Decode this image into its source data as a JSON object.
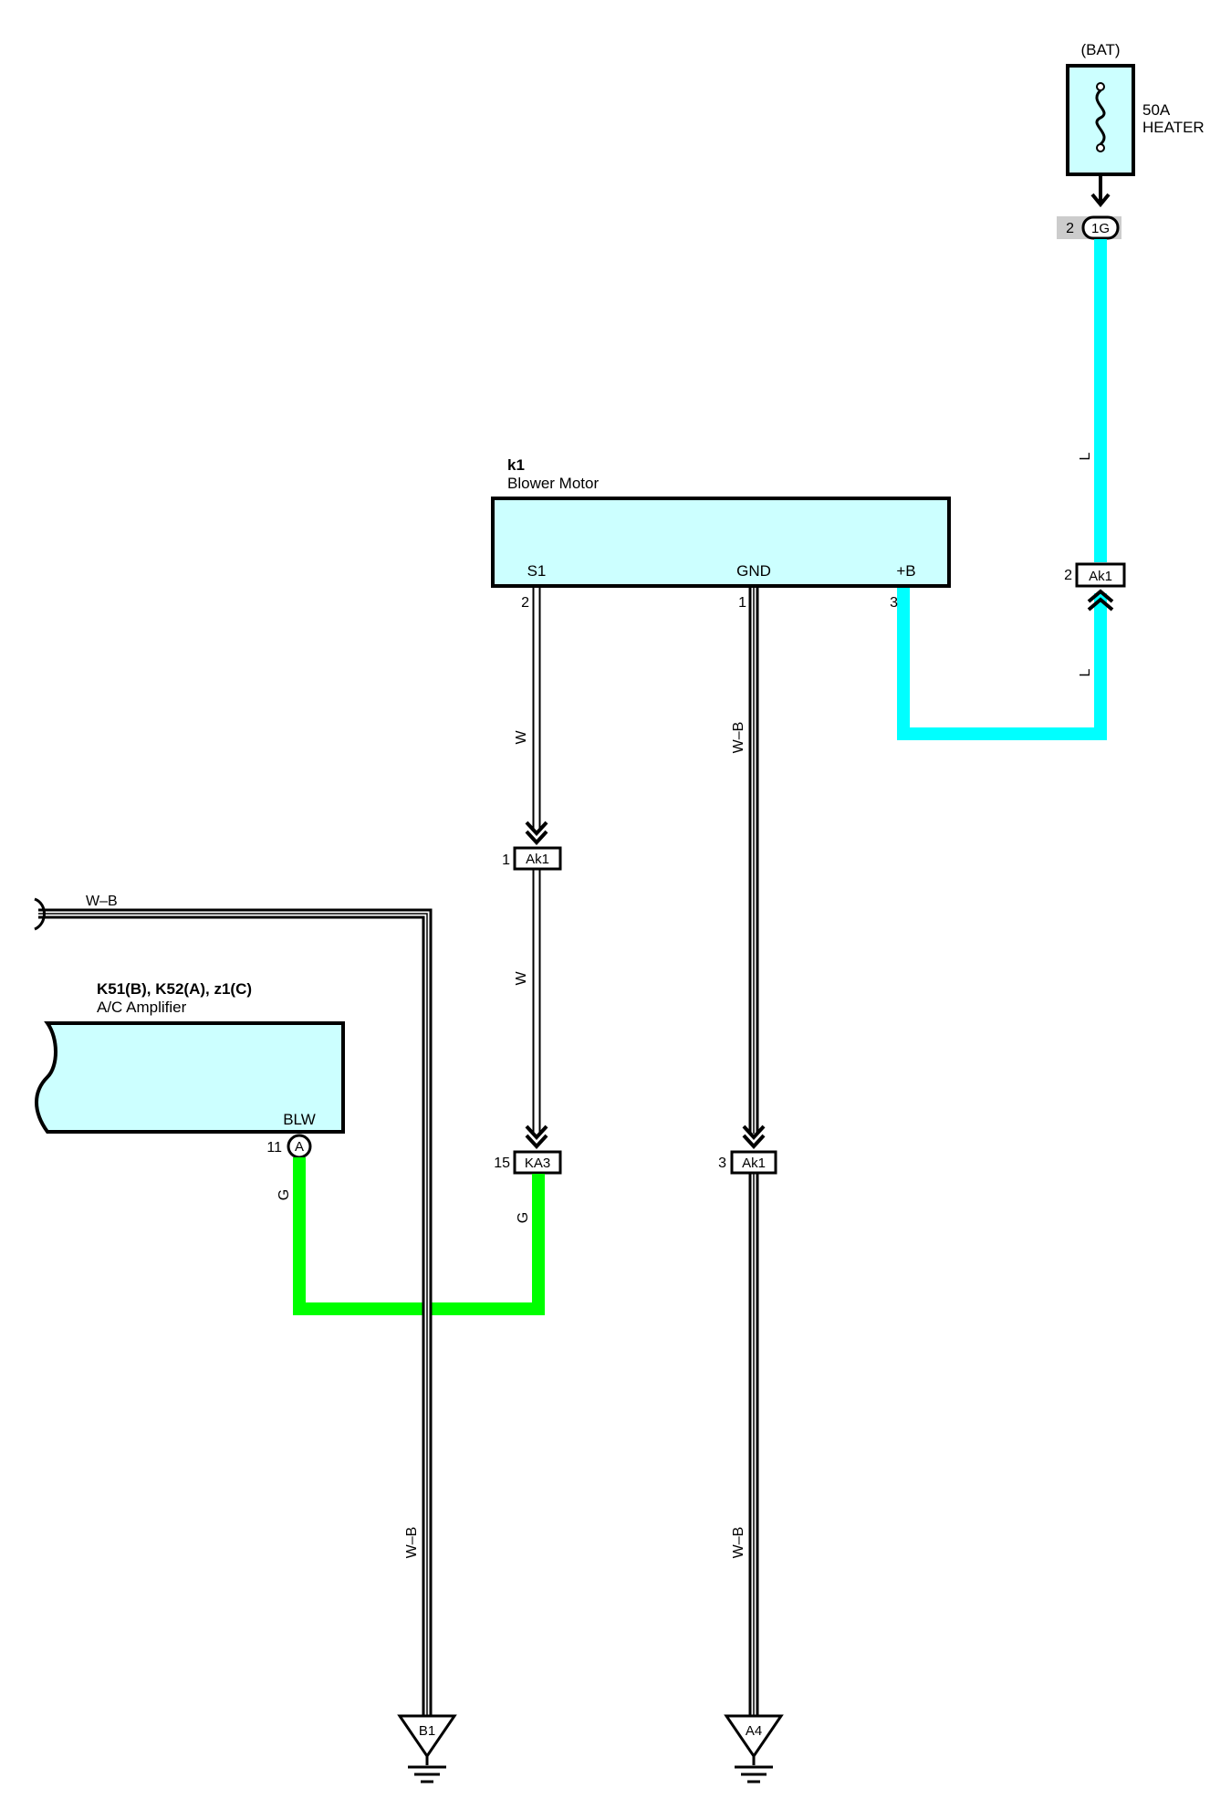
{
  "fuse": {
    "source": "(BAT)",
    "rating": "50A",
    "name": "HEATER"
  },
  "junction_1g": {
    "pin": "2",
    "id": "1G"
  },
  "blower_motor": {
    "code": "k1",
    "name": "Blower Motor",
    "terminals": {
      "s1": {
        "label": "S1",
        "pin": "2"
      },
      "gnd": {
        "label": "GND",
        "pin": "1"
      },
      "plus_b": {
        "label": "+B",
        "pin": "3"
      }
    }
  },
  "ac_amplifier": {
    "codes": "K51(B), K52(A), z1(C)",
    "name": "A/C Amplifier",
    "terminal": {
      "label": "BLW",
      "pin": "11",
      "connector": "A"
    }
  },
  "connectors": {
    "ak1_power": {
      "pin": "2",
      "id": "Ak1"
    },
    "ak1_s1": {
      "pin": "1",
      "id": "Ak1"
    },
    "ka3": {
      "pin": "15",
      "id": "KA3"
    },
    "ak1_gnd": {
      "pin": "3",
      "id": "Ak1"
    }
  },
  "wire_colors": {
    "power_upper": "L",
    "power_lower": "L",
    "s1_upper": "W",
    "s1_lower": "W",
    "gnd_upper": "W–B",
    "gnd_lower": "W–B",
    "blw": "G",
    "ka3_out": "G",
    "offpage": "W–B",
    "ground_b1": "W–B"
  },
  "grounds": {
    "left": "B1",
    "right": "A4"
  },
  "colors": {
    "component_fill": "#ccffff",
    "wire_l": "#00ffff",
    "wire_g": "#00ff00",
    "junction_band": "#cccccc"
  }
}
